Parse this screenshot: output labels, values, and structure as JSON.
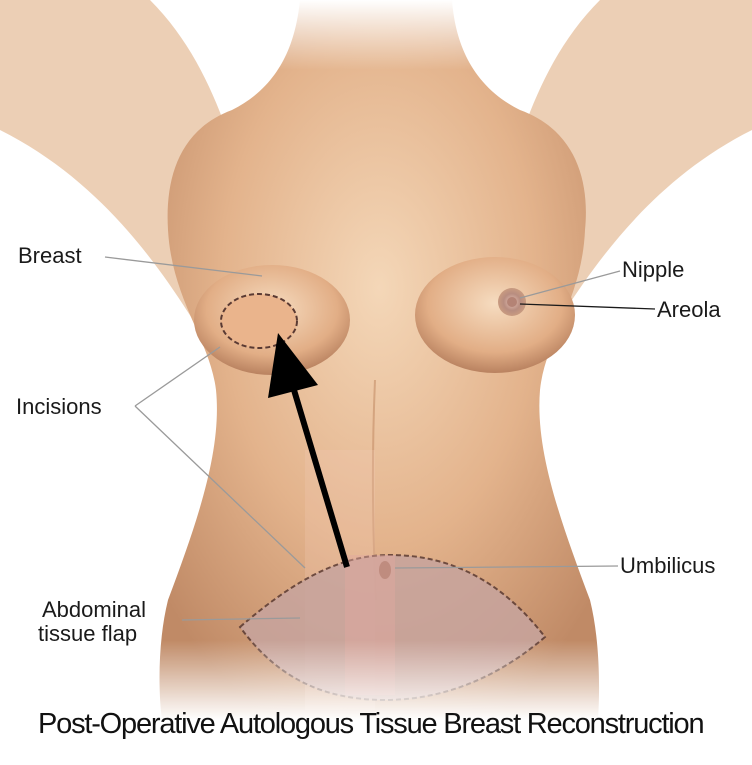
{
  "labels": {
    "breast": "Breast",
    "nipple": "Nipple",
    "areola": "Areola",
    "incisions": "Incisions",
    "umbilicus": "Umbilicus",
    "abdominal_line1": "Abdominal",
    "abdominal_line2": "tissue flap"
  },
  "caption": "Post-Operative Autologous Tissue Breast Reconstruction",
  "colors": {
    "skin_light": "#f2d2b0",
    "skin_mid": "#d9a47c",
    "skin_shadow": "#b57f5c",
    "flap_fill": "#c9a6a0",
    "incision_dash": "#5a3a33",
    "arrow": "#000000",
    "leader_line": "#9a9a9a"
  },
  "icons": {
    "arrow": "tissue-transfer-arrow"
  }
}
